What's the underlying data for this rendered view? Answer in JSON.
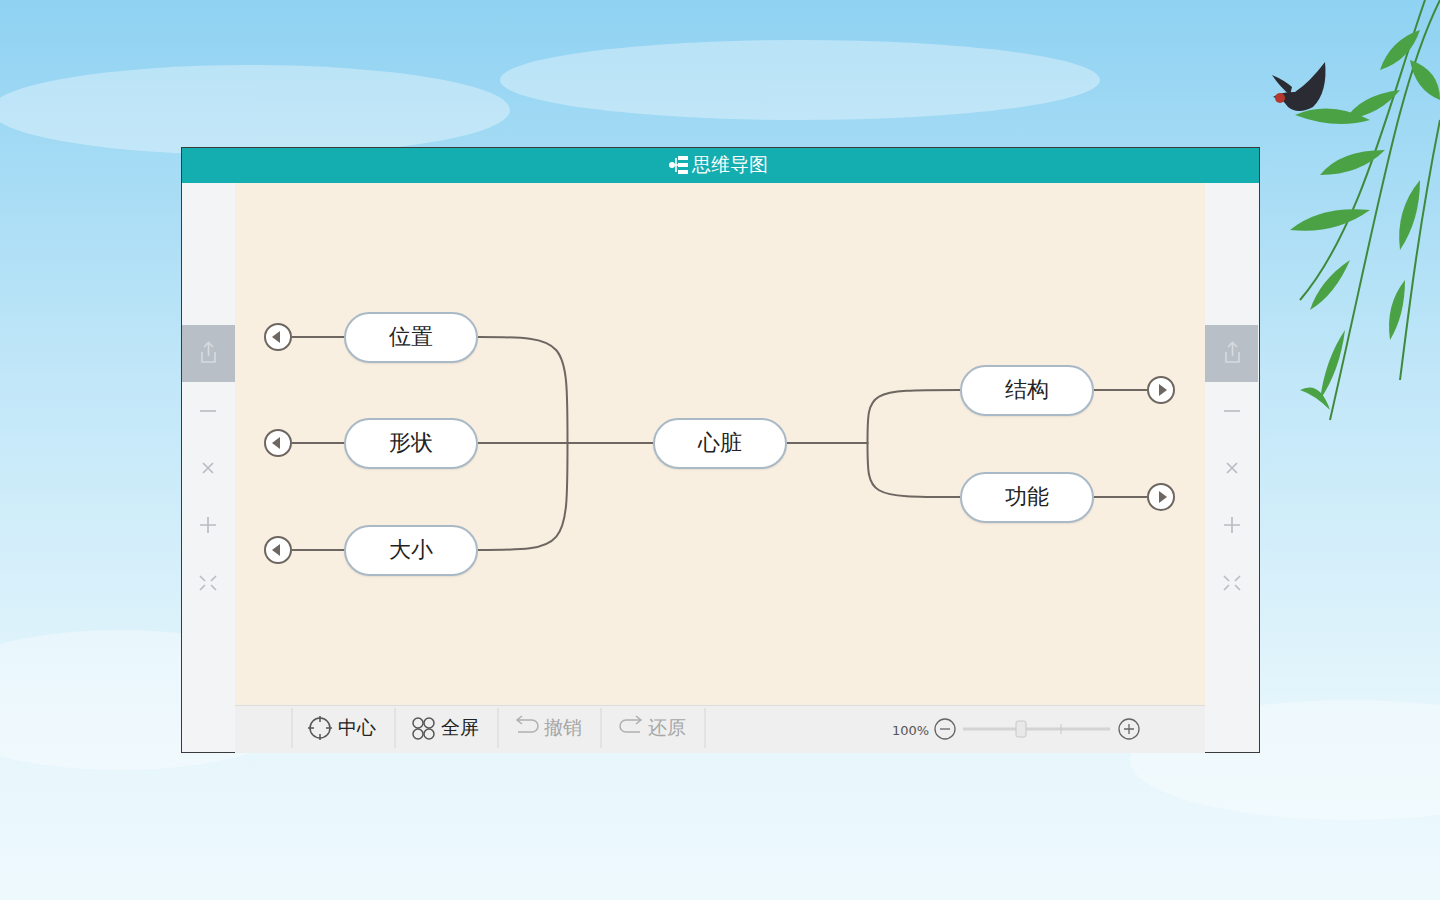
{
  "diagram": {
    "title": "思维导图",
    "nodes": [
      {
        "text": [
          "位置"
        ]
      },
      {
        "text": [
          "形状"
        ]
      },
      {
        "text": [
          "大小"
        ]
      },
      {
        "text": [
          "心脏"
        ]
      },
      {
        "text": [
          "结构"
        ]
      },
      {
        "text": [
          "功能"
        ]
      }
    ],
    "edges": [
      {
        "from": 3,
        "to": 0,
        "arrow": "none"
      },
      {
        "from": 3,
        "to": 1,
        "arrow": "none"
      },
      {
        "from": 3,
        "to": 2,
        "arrow": "none"
      },
      {
        "from": 3,
        "to": 4,
        "arrow": "none"
      },
      {
        "from": 3,
        "to": 5,
        "arrow": "none"
      }
    ],
    "labels": [
      "中心",
      "全屏",
      "撤销",
      "还原",
      "100%"
    ]
  }
}
